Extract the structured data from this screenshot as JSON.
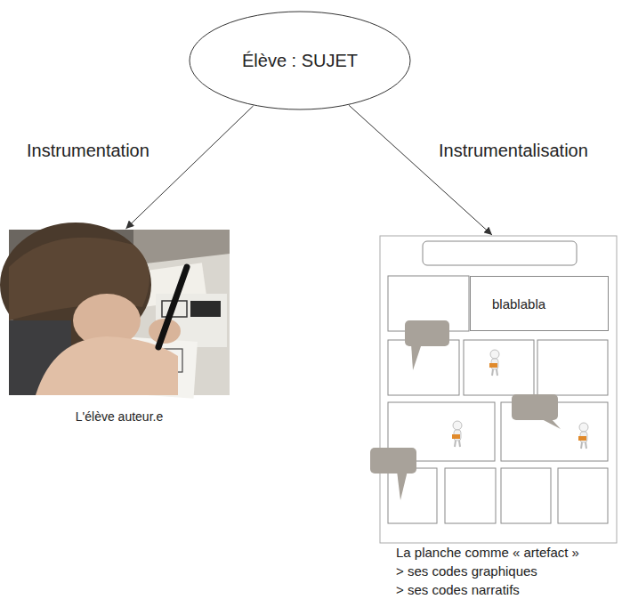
{
  "diagram": {
    "nodes": [
      {
        "text": [
          "Élève : SUJET"
        ]
      },
      {
        "text": [
          "L'élève auteur.e"
        ]
      },
      {
        "text": [
          "La planche comme « artefact »",
          "> ses codes graphiques",
          "> ses codes narratifs"
        ]
      },
      {
        "text": [
          "blablabla"
        ],
        "in": 2
      }
    ],
    "edges": [
      {
        "from": 0,
        "to": 1,
        "arrow": "to",
        "label": "Instrumentation"
      },
      {
        "from": 0,
        "to": 2,
        "arrow": "to",
        "label": "Instrumentalisation"
      }
    ]
  }
}
